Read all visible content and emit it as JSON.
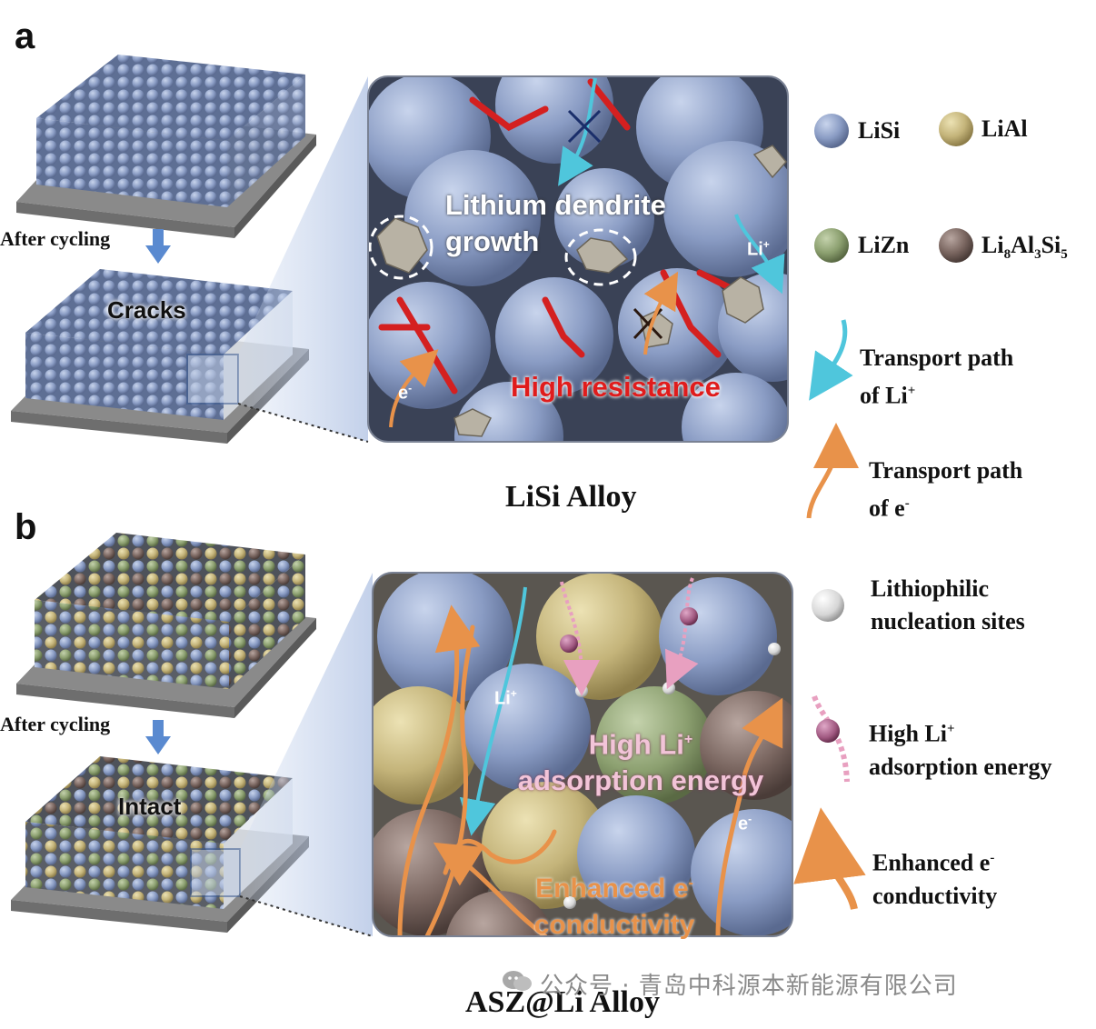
{
  "panel_a": {
    "letter": "a",
    "after_cycling": "After cycling",
    "block_label": "Cracks",
    "zoom_text": {
      "dendrite_line1": "Lithium dendrite",
      "dendrite_line2": "growth",
      "resistance": "High resistance",
      "li_label": "Li",
      "li_sup": "+",
      "e_label": "e",
      "e_sup": "-"
    },
    "title": "LiSi Alloy"
  },
  "panel_b": {
    "letter": "b",
    "after_cycling": "After cycling",
    "block_label": "Intact",
    "zoom_text": {
      "adsorption_line1": "High Li",
      "adsorption_sup": "+",
      "adsorption_line2": "adsorption energy",
      "enhanced_line1": "Enhanced e",
      "enhanced_sup": "-",
      "enhanced_line2": "conductivity",
      "li_label": "Li",
      "li_sup": "+",
      "e_label": "e",
      "e_sup": "-"
    },
    "title": "ASZ@Li Alloy"
  },
  "legend": {
    "lisi": "LiSi",
    "lial": "LiAl",
    "lizn": "LiZn",
    "li8al3si5": {
      "base1": "Li",
      "sub1": "8",
      "base2": "Al",
      "sub2": "3",
      "base3": "Si",
      "sub3": "5"
    },
    "transport_li": {
      "line1": "Transport path",
      "line2": "of Li",
      "sup": "+"
    },
    "transport_e": {
      "line1": "Transport path",
      "line2": "of e",
      "sup": "-"
    },
    "nucleation": {
      "line1": "Lithiophilic",
      "line2": "nucleation sites"
    },
    "adsorption": {
      "line1": "High Li",
      "sup": "+",
      "line2": "adsorption energy"
    },
    "enhanced": {
      "line1": "Enhanced e",
      "sup": "-",
      "line2": "conductivity"
    }
  },
  "colors": {
    "lisi": "#8fa3c8",
    "lial": "#c8b878",
    "lizn": "#8aa070",
    "li8al3si5": "#7a6660",
    "li_path": "#4fc6dc",
    "e_path": "#e8924a",
    "crack": "#d42020",
    "pink": "#e8a0c0"
  },
  "watermark": "公众号 · 青岛中科源本新能源有限公司"
}
